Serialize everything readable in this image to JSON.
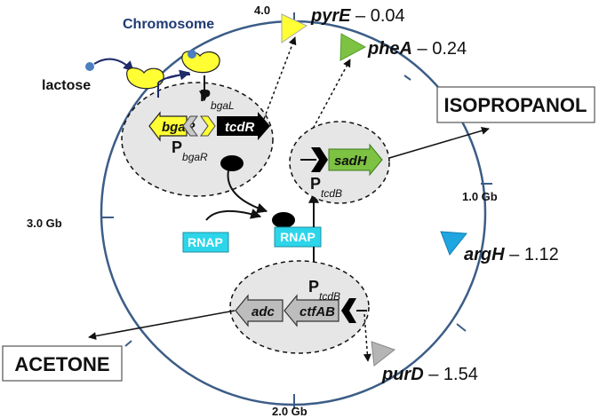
{
  "chromosome": {
    "title": "Chromosome",
    "ticks": {
      "t0": "4.0",
      "t1": "1.0 Gb",
      "t2": "2.0 Gb",
      "t3": "3.0 Gb"
    }
  },
  "genes": {
    "pyrE": {
      "name": "pyrE",
      "pos": " – 0.04",
      "color": "#ffff33"
    },
    "pheA": {
      "name": "pheA",
      "pos": " – 0.24",
      "color": "#7dc242"
    },
    "argH": {
      "name": "argH",
      "pos": " – 1.12",
      "color": "#1fa5e0"
    },
    "purD": {
      "name": "purD",
      "pos": " – 1.54",
      "color": "#b5b5b5"
    }
  },
  "module1": {
    "inducer": "lactose",
    "bgaR": "bgaR",
    "tcdR": "tcdR",
    "pbgaL": {
      "p": "P",
      "sub": "bgaL"
    },
    "pbgaR": {
      "p": "P",
      "sub": "bgaR"
    }
  },
  "module2": {
    "sadH": "sadH",
    "ptcdB": {
      "p": "P",
      "sub": "tcdB"
    }
  },
  "module3": {
    "adc": "adc",
    "ctfAB": "ctfAB",
    "ptcdB": {
      "p": "P",
      "sub": "tcdB"
    }
  },
  "rnap": {
    "free": "RNAP",
    "bound": "RNAP"
  },
  "products": {
    "isopropanol": "ISOPROPANOL",
    "acetone": "ACETONE"
  }
}
